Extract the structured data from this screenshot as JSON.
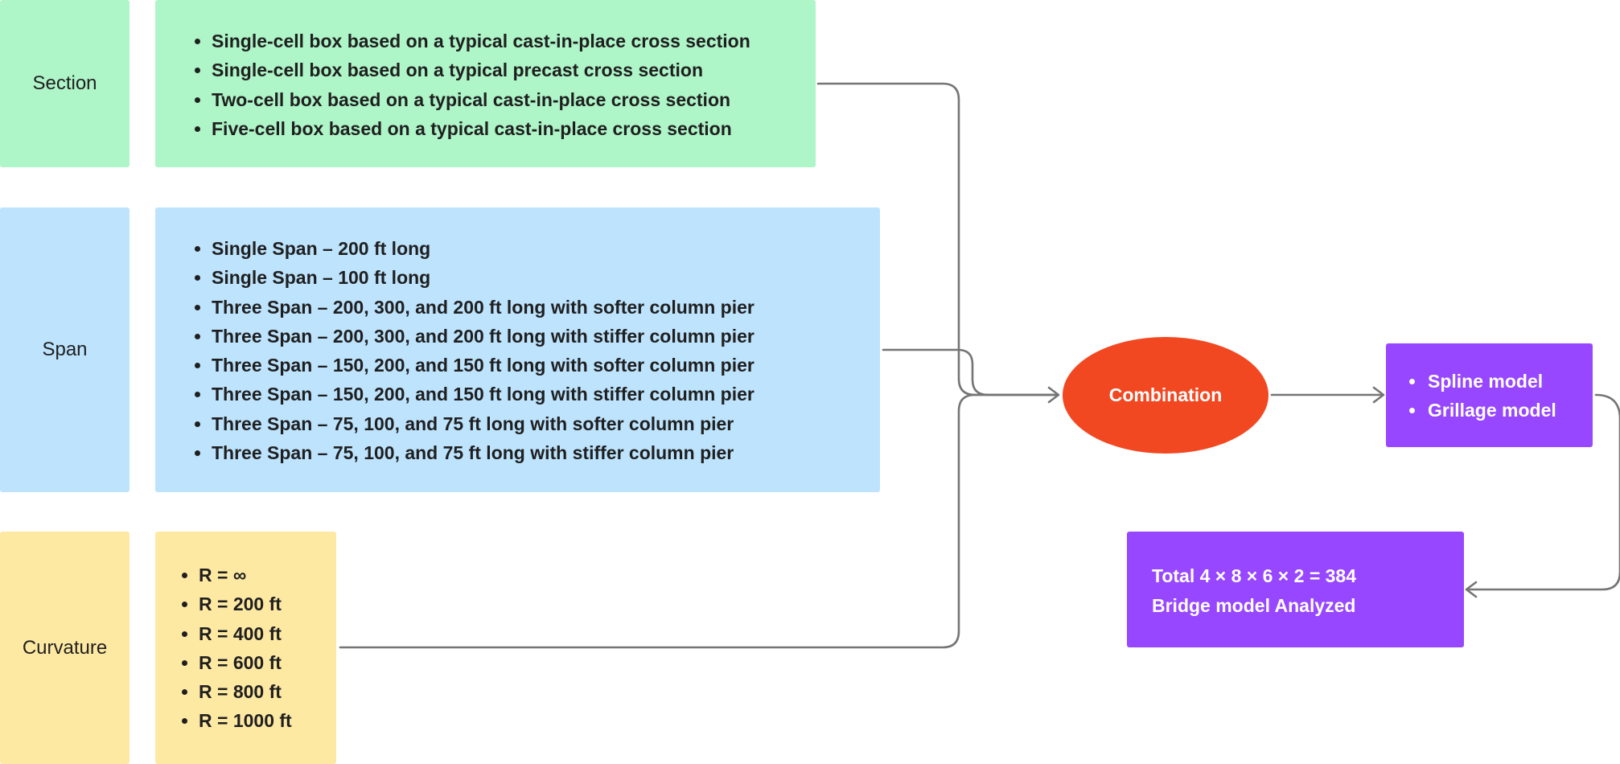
{
  "section": {
    "label": "Section",
    "items": [
      "Single-cell box based on a typical cast-in-place cross section",
      "Single-cell box based on a typical precast cross section",
      "Two-cell box based on a typical cast-in-place cross section",
      "Five-cell box based on a typical cast-in-place cross section"
    ]
  },
  "span": {
    "label": "Span",
    "items": [
      "Single Span – 200 ft long",
      "Single Span – 100 ft long",
      "Three Span – 200, 300, and 200 ft long with softer column pier",
      "Three Span – 200, 300, and 200 ft long with stiffer column pier",
      "Three Span – 150, 200, and 150 ft long with softer column pier",
      "Three Span – 150, 200, and 150 ft long with stiffer column pier",
      "Three Span – 75, 100, and 75 ft long with softer column pier",
      "Three Span – 75, 100, and 75 ft long with stiffer column pier"
    ]
  },
  "curvature": {
    "label": "Curvature",
    "items": [
      "R = ∞",
      "R = 200 ft",
      "R = 400 ft",
      "R = 600 ft",
      "R = 800 ft",
      "R = 1000 ft"
    ]
  },
  "combination": {
    "label": "Combination"
  },
  "models": {
    "items": [
      "Spline model",
      "Grillage model"
    ]
  },
  "total": {
    "line1": "Total 4 × 8 × 6 × 2 = 384",
    "line2": "Bridge model Analyzed"
  },
  "colors": {
    "section": "#aef5c8",
    "span": "#bde3fd",
    "curvature": "#fee9a3",
    "combination": "#f24822",
    "models": "#9747ff",
    "connector": "#757575"
  }
}
